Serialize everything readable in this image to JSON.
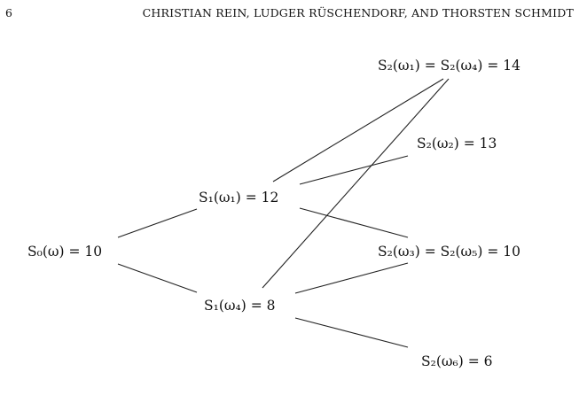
{
  "header": {
    "page_number": "6",
    "authors": "CHRISTIAN REIN, LUDGER RÜSCHENDORF, AND THORSTEN SCHMIDT"
  },
  "tree": {
    "nodes": {
      "s0": "S₀(ω) = 10",
      "s1_w1": "S₁(ω₁) = 12",
      "s1_w4": "S₁(ω₄) = 8",
      "s2_w1w4": "S₂(ω₁) = S₂(ω₄) = 14",
      "s2_w2": "S₂(ω₂) = 13",
      "s2_w3w5": "S₂(ω₃) = S₂(ω₅) = 10",
      "s2_w6": "S₂(ω₆) = 6"
    },
    "edges": [
      [
        "s0",
        "s1_w1"
      ],
      [
        "s0",
        "s1_w4"
      ],
      [
        "s1_w1",
        "s2_w1w4"
      ],
      [
        "s1_w1",
        "s2_w2"
      ],
      [
        "s1_w1",
        "s2_w3w5"
      ],
      [
        "s1_w4",
        "s2_w1w4"
      ],
      [
        "s1_w4",
        "s2_w3w5"
      ],
      [
        "s1_w4",
        "s2_w6"
      ]
    ]
  }
}
